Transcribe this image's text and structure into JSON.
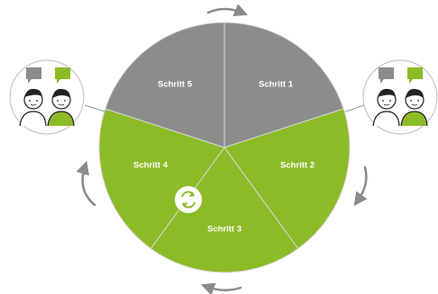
{
  "steps": [
    {
      "label": "Schritt 1",
      "color": "#8c8c8c"
    },
    {
      "label": "Schritt 2",
      "color": "#8cbb28"
    },
    {
      "label": "Schritt 3",
      "color": "#8cbb28"
    },
    {
      "label": "Schritt 4",
      "color": "#8cbb28"
    },
    {
      "label": "Schritt 5",
      "color": "#8c8c8c"
    }
  ],
  "colors": {
    "gray": "#8c8c8c",
    "green": "#8cbb28",
    "arrow": "#8a8a8a",
    "divider": "#d8d8d8"
  },
  "icons": [
    "refresh-icon",
    "left-participants-icon",
    "right-participants-icon",
    "cycle-arrow-icon"
  ]
}
